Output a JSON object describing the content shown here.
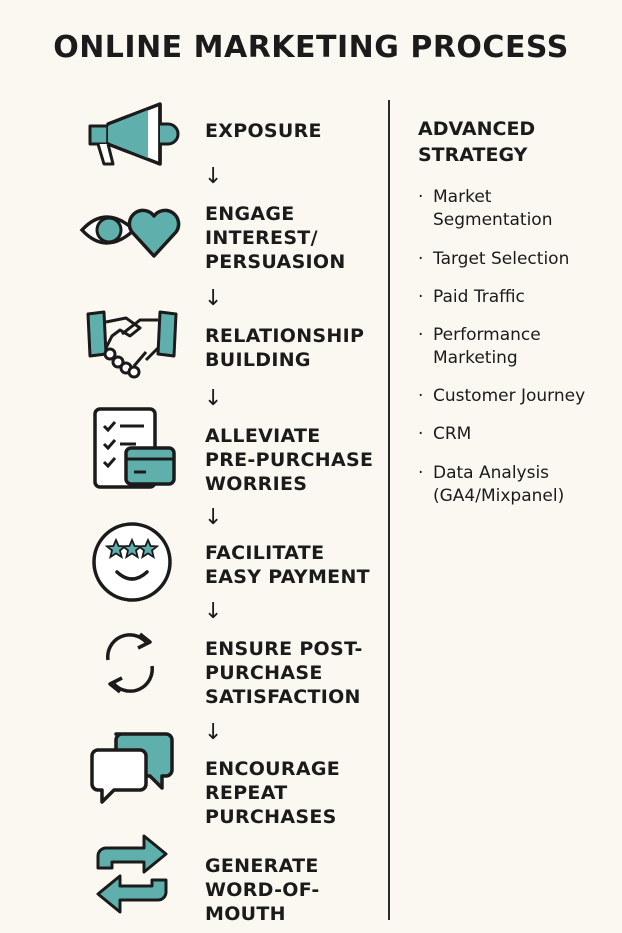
{
  "title": "ONLINE MARKETING PROCESS",
  "colors": {
    "accent": "#5fb0ac",
    "ink": "#1b1b1b",
    "background": "#fbf8f2"
  },
  "steps": [
    {
      "icon": "megaphone-icon",
      "lines": [
        "EXPOSURE"
      ]
    },
    {
      "icon": "eye-heart-icon",
      "lines": [
        "ENGAGE",
        "INTEREST/",
        "PERSUASION"
      ]
    },
    {
      "icon": "handshake-icon",
      "lines": [
        "RELATIONSHIP",
        "BUILDING"
      ]
    },
    {
      "icon": "checklist-card-icon",
      "lines": [
        "ALLEVIATE",
        "PRE-PURCHASE",
        "WORRIES"
      ]
    },
    {
      "icon": "star-smiley-icon",
      "lines": [
        "FACILITATE",
        "EASY PAYMENT"
      ]
    },
    {
      "icon": "refresh-cycle-icon",
      "lines": [
        "ENSURE POST-",
        "PURCHASE",
        "SATISFACTION"
      ]
    },
    {
      "icon": "chat-bubbles-icon",
      "lines": [
        "ENCOURAGE",
        "REPEAT",
        "PURCHASES"
      ]
    },
    {
      "icon": "share-arrows-icon",
      "lines": [
        "GENERATE",
        "WORD-OF-",
        "MOUTH"
      ]
    }
  ],
  "arrow_glyph": "↓",
  "advanced": {
    "title_lines": [
      "ADVANCED",
      "STRATEGY"
    ],
    "bullet": "·",
    "items": [
      {
        "lines": [
          "Market",
          "Segmentation"
        ]
      },
      {
        "lines": [
          "Target Selection"
        ]
      },
      {
        "lines": [
          "Paid Traffic"
        ]
      },
      {
        "lines": [
          "Performance",
          "Marketing"
        ]
      },
      {
        "lines": [
          "Customer Journey"
        ]
      },
      {
        "lines": [
          "CRM"
        ]
      },
      {
        "lines": [
          "Data Analysis",
          "(GA4/Mixpanel)"
        ]
      }
    ]
  }
}
